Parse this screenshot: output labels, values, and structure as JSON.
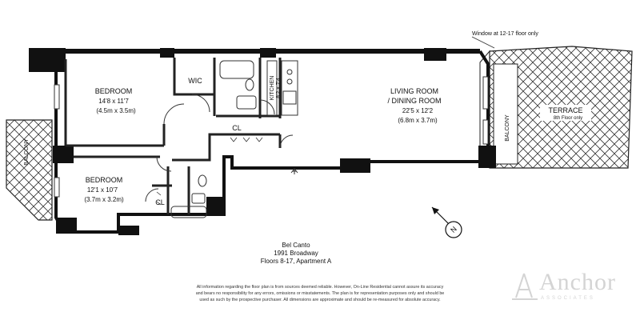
{
  "rooms": {
    "bedroom1": {
      "name": "BEDROOM",
      "dim_ft": "14'8 x 11'7",
      "dim_m": "(4.5m x 3.5m)"
    },
    "bedroom2": {
      "name": "BEDROOM",
      "dim_ft": "12'1 x 10'7",
      "dim_m": "(3.7m x 3.2m)"
    },
    "living": {
      "name_line1": "LIVING ROOM",
      "name_line2": "/ DINING ROOM",
      "dim_ft": "22'5 x 12'2",
      "dim_m": "(6.8m x 3.7m)"
    },
    "kitchen": {
      "name": "KITCHEN",
      "dim": "8'2 x 7'4"
    },
    "wic": "WIC",
    "closet_hall": "CL",
    "closet_bedroom": "CL",
    "balcony_left": "BALCONY",
    "balcony_right": "BALCONY",
    "terrace": {
      "name": "TERRACE",
      "note": "8th Floor only"
    }
  },
  "window_note": "Window at 12-17 floor only",
  "compass_letter": "N",
  "building": {
    "name": "Bel Canto",
    "address": "1991 Broadway",
    "floors": "Floors 8-17, Apartment A"
  },
  "disclaimer_line1": "All information regarding the floor plan is from sources deemed reliable. However, On-Line Residential cannot assure its accuracy",
  "disclaimer_line2": "and bears no responsibility for any errors, omissions or misstatements. The plan is for representation purposes only and should be",
  "disclaimer_line3": "used as such by the prospective purchaser. All dimensions are approximate and should be re-measured for absolute accuracy.",
  "brand": {
    "name": "Anchor",
    "sub": "ASSOCIATES"
  },
  "colors": {
    "wall": "#111111",
    "line": "#222222",
    "watermark": "#d4d4d4"
  }
}
